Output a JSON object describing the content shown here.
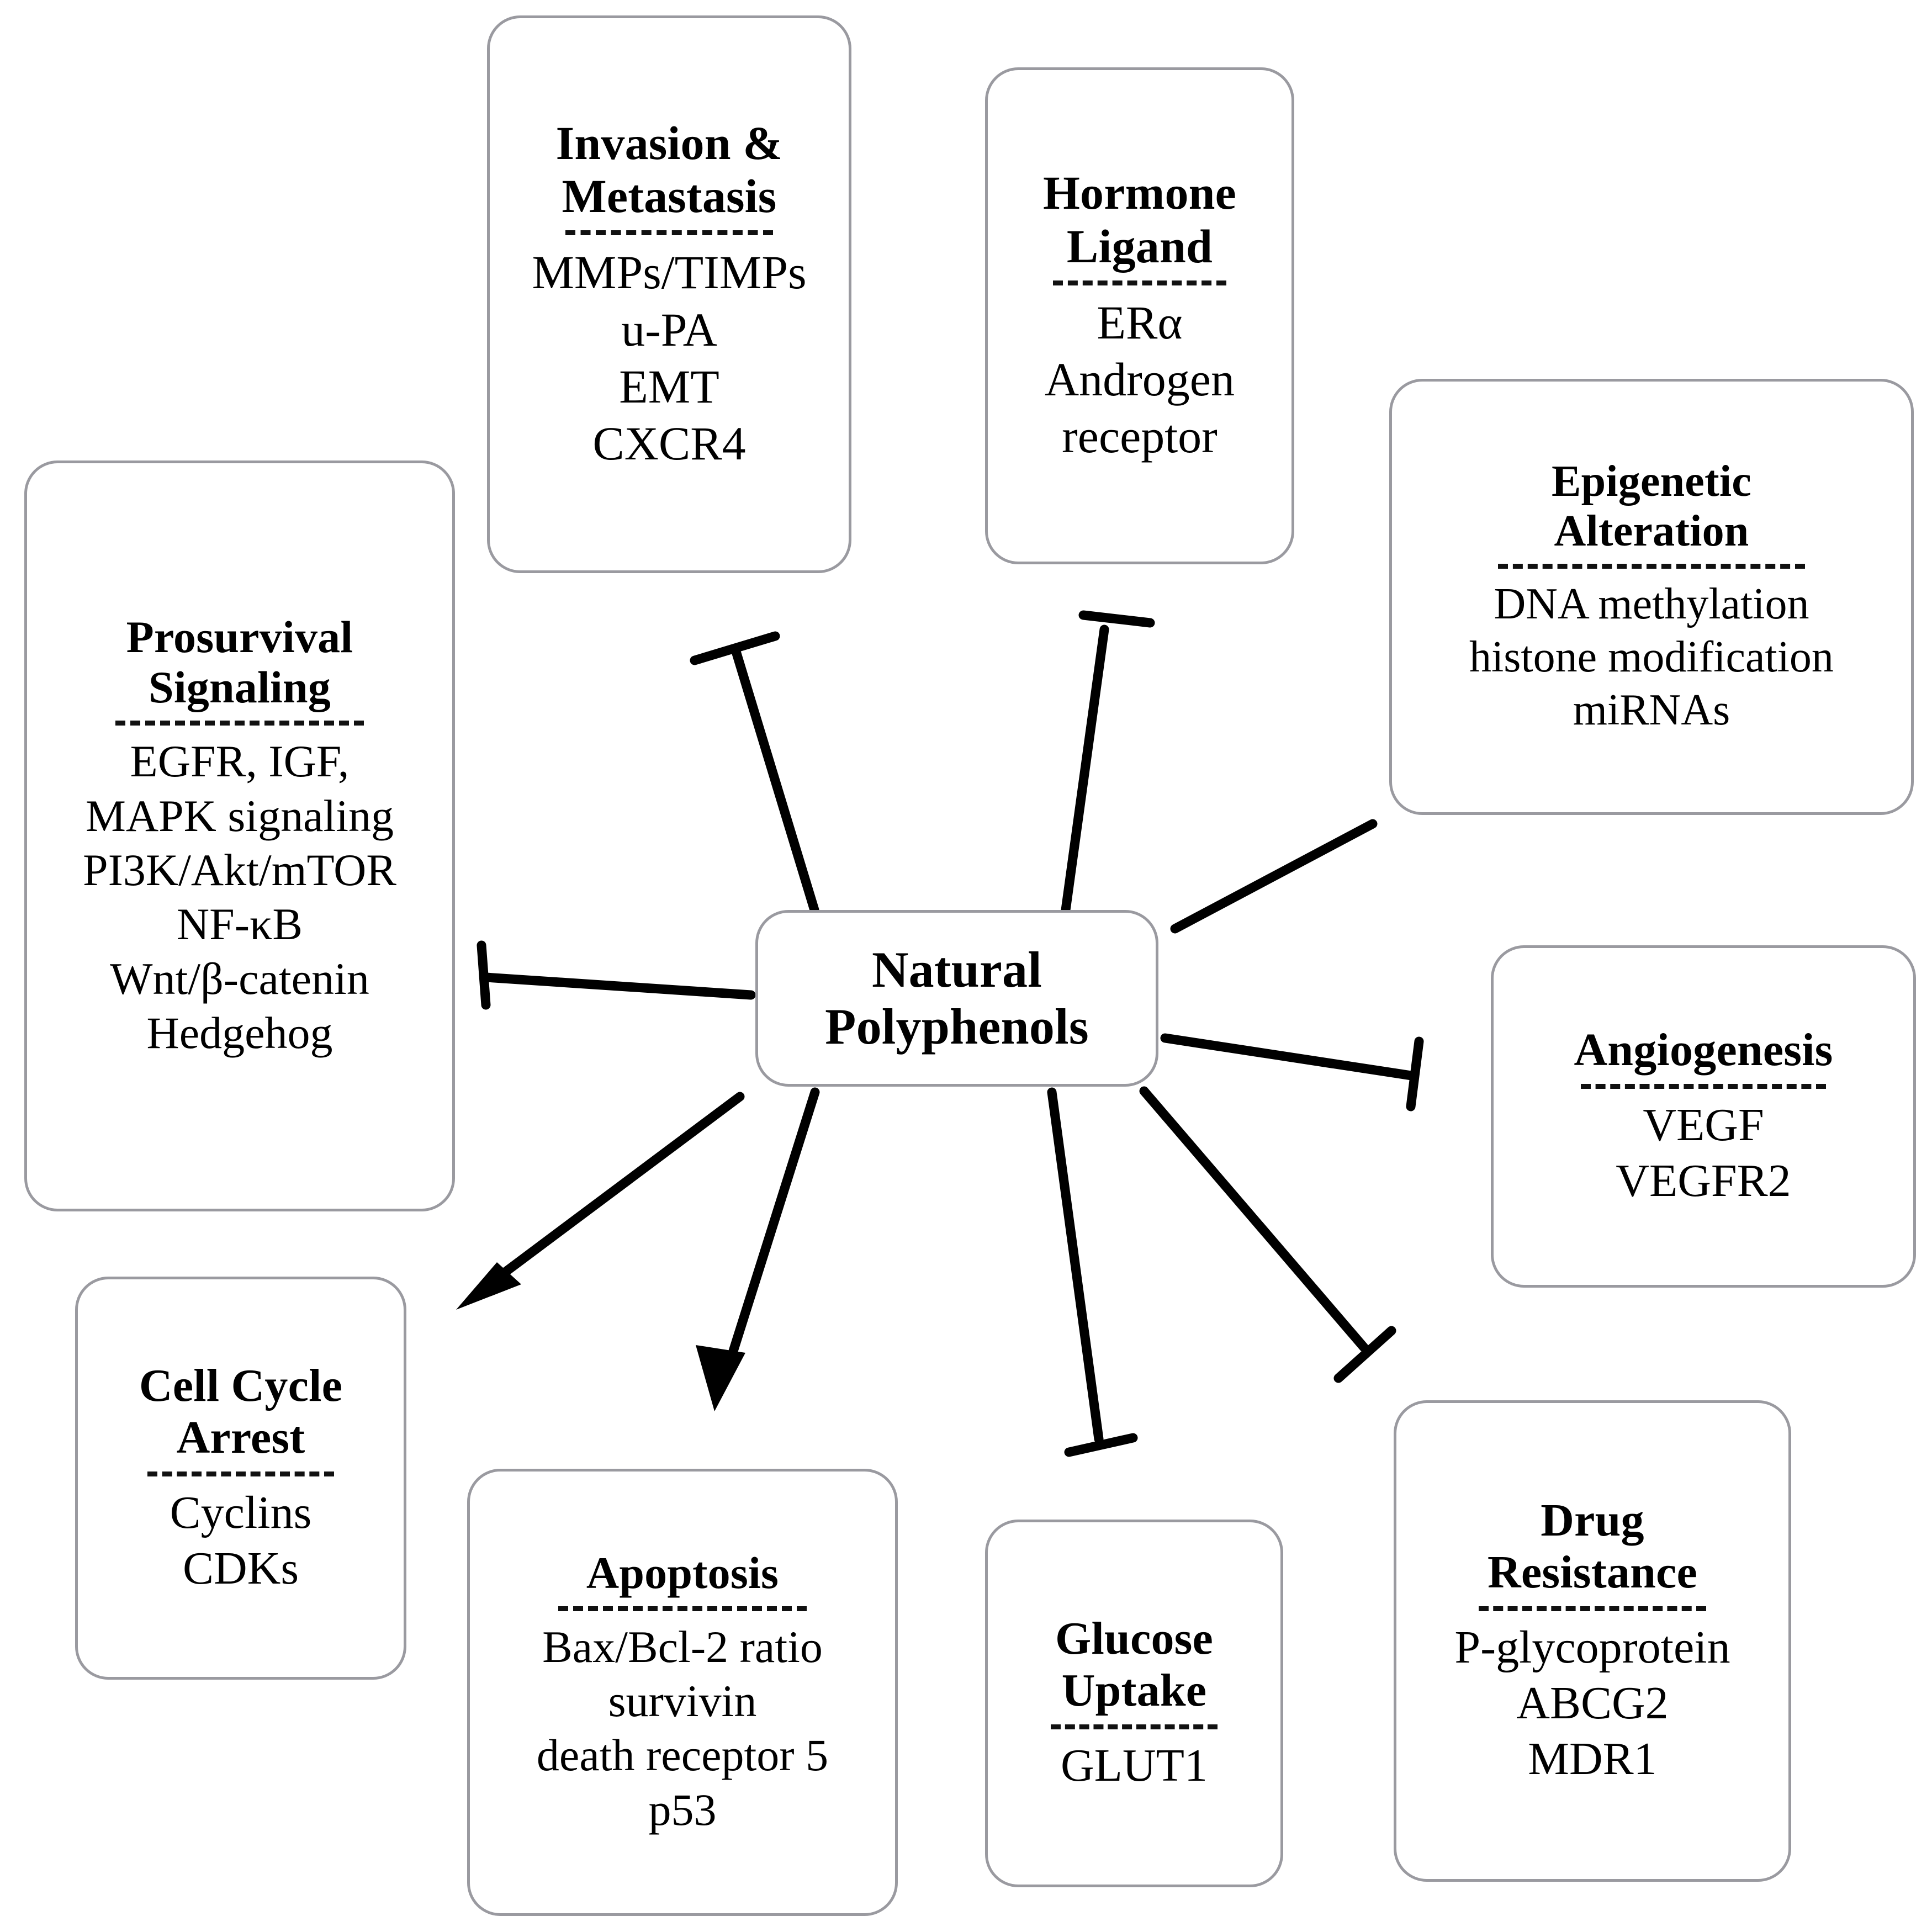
{
  "diagram": {
    "center": {
      "id": "natural-polyphenols",
      "title_line1": "Natural",
      "title_line2": "Polyphenols"
    },
    "nodes": [
      {
        "id": "invasion-metastasis",
        "title_line1": "Invasion &",
        "title_line2": "Metastasis",
        "items": [
          "MMPs/TIMPs",
          "u-PA",
          "EMT",
          "CXCR4"
        ]
      },
      {
        "id": "hormone-ligand",
        "title_line1": "Hormone",
        "title_line2": "Ligand",
        "items": [
          "ERα",
          "Androgen",
          "receptor"
        ]
      },
      {
        "id": "epigenetic-alteration",
        "title_line1": "Epigenetic",
        "title_line2": "Alteration",
        "items": [
          "DNA methylation",
          "histone modification",
          "miRNAs"
        ]
      },
      {
        "id": "prosurvival-signaling",
        "title_line1": "Prosurvival",
        "title_line2": "Signaling",
        "items": [
          "EGFR, IGF,",
          "MAPK signaling",
          "PI3K/Akt/mTOR",
          "NF-κB",
          "Wnt/β-catenin",
          "Hedgehog"
        ]
      },
      {
        "id": "angiogenesis",
        "title_line1": "Angiogenesis",
        "title_line2": "",
        "items": [
          "VEGF",
          "VEGFR2"
        ]
      },
      {
        "id": "cell-cycle-arrest",
        "title_line1": "Cell Cycle",
        "title_line2": "Arrest",
        "items": [
          "Cyclins",
          "CDKs"
        ]
      },
      {
        "id": "apoptosis",
        "title_line1": "Apoptosis",
        "title_line2": "",
        "items": [
          "Bax/Bcl-2 ratio",
          "survivin",
          "death receptor 5",
          "p53"
        ]
      },
      {
        "id": "glucose-uptake",
        "title_line1": "Glucose",
        "title_line2": "Uptake",
        "items": [
          "GLUT1"
        ]
      },
      {
        "id": "drug-resistance",
        "title_line1": "Drug",
        "title_line2": "Resistance",
        "items": [
          "P-glycoprotein",
          "ABCG2",
          "MDR1"
        ]
      }
    ],
    "edges": [
      {
        "from": "natural-polyphenols",
        "to": "invasion-metastasis",
        "marker": "inhibition-bar"
      },
      {
        "from": "natural-polyphenols",
        "to": "hormone-ligand",
        "marker": "inhibition-bar"
      },
      {
        "from": "natural-polyphenols",
        "to": "epigenetic-alteration",
        "marker": "none"
      },
      {
        "from": "natural-polyphenols",
        "to": "prosurvival-signaling",
        "marker": "inhibition-bar"
      },
      {
        "from": "natural-polyphenols",
        "to": "angiogenesis",
        "marker": "inhibition-bar"
      },
      {
        "from": "natural-polyphenols",
        "to": "cell-cycle-arrest",
        "marker": "arrowhead"
      },
      {
        "from": "natural-polyphenols",
        "to": "apoptosis",
        "marker": "arrowhead"
      },
      {
        "from": "natural-polyphenols",
        "to": "glucose-uptake",
        "marker": "inhibition-bar"
      },
      {
        "from": "natural-polyphenols",
        "to": "drug-resistance",
        "marker": "inhibition-bar"
      }
    ],
    "colors": {
      "node_border": "#9a9aa0",
      "edge": "#000000",
      "background": "#ffffff",
      "text": "#000000"
    }
  }
}
